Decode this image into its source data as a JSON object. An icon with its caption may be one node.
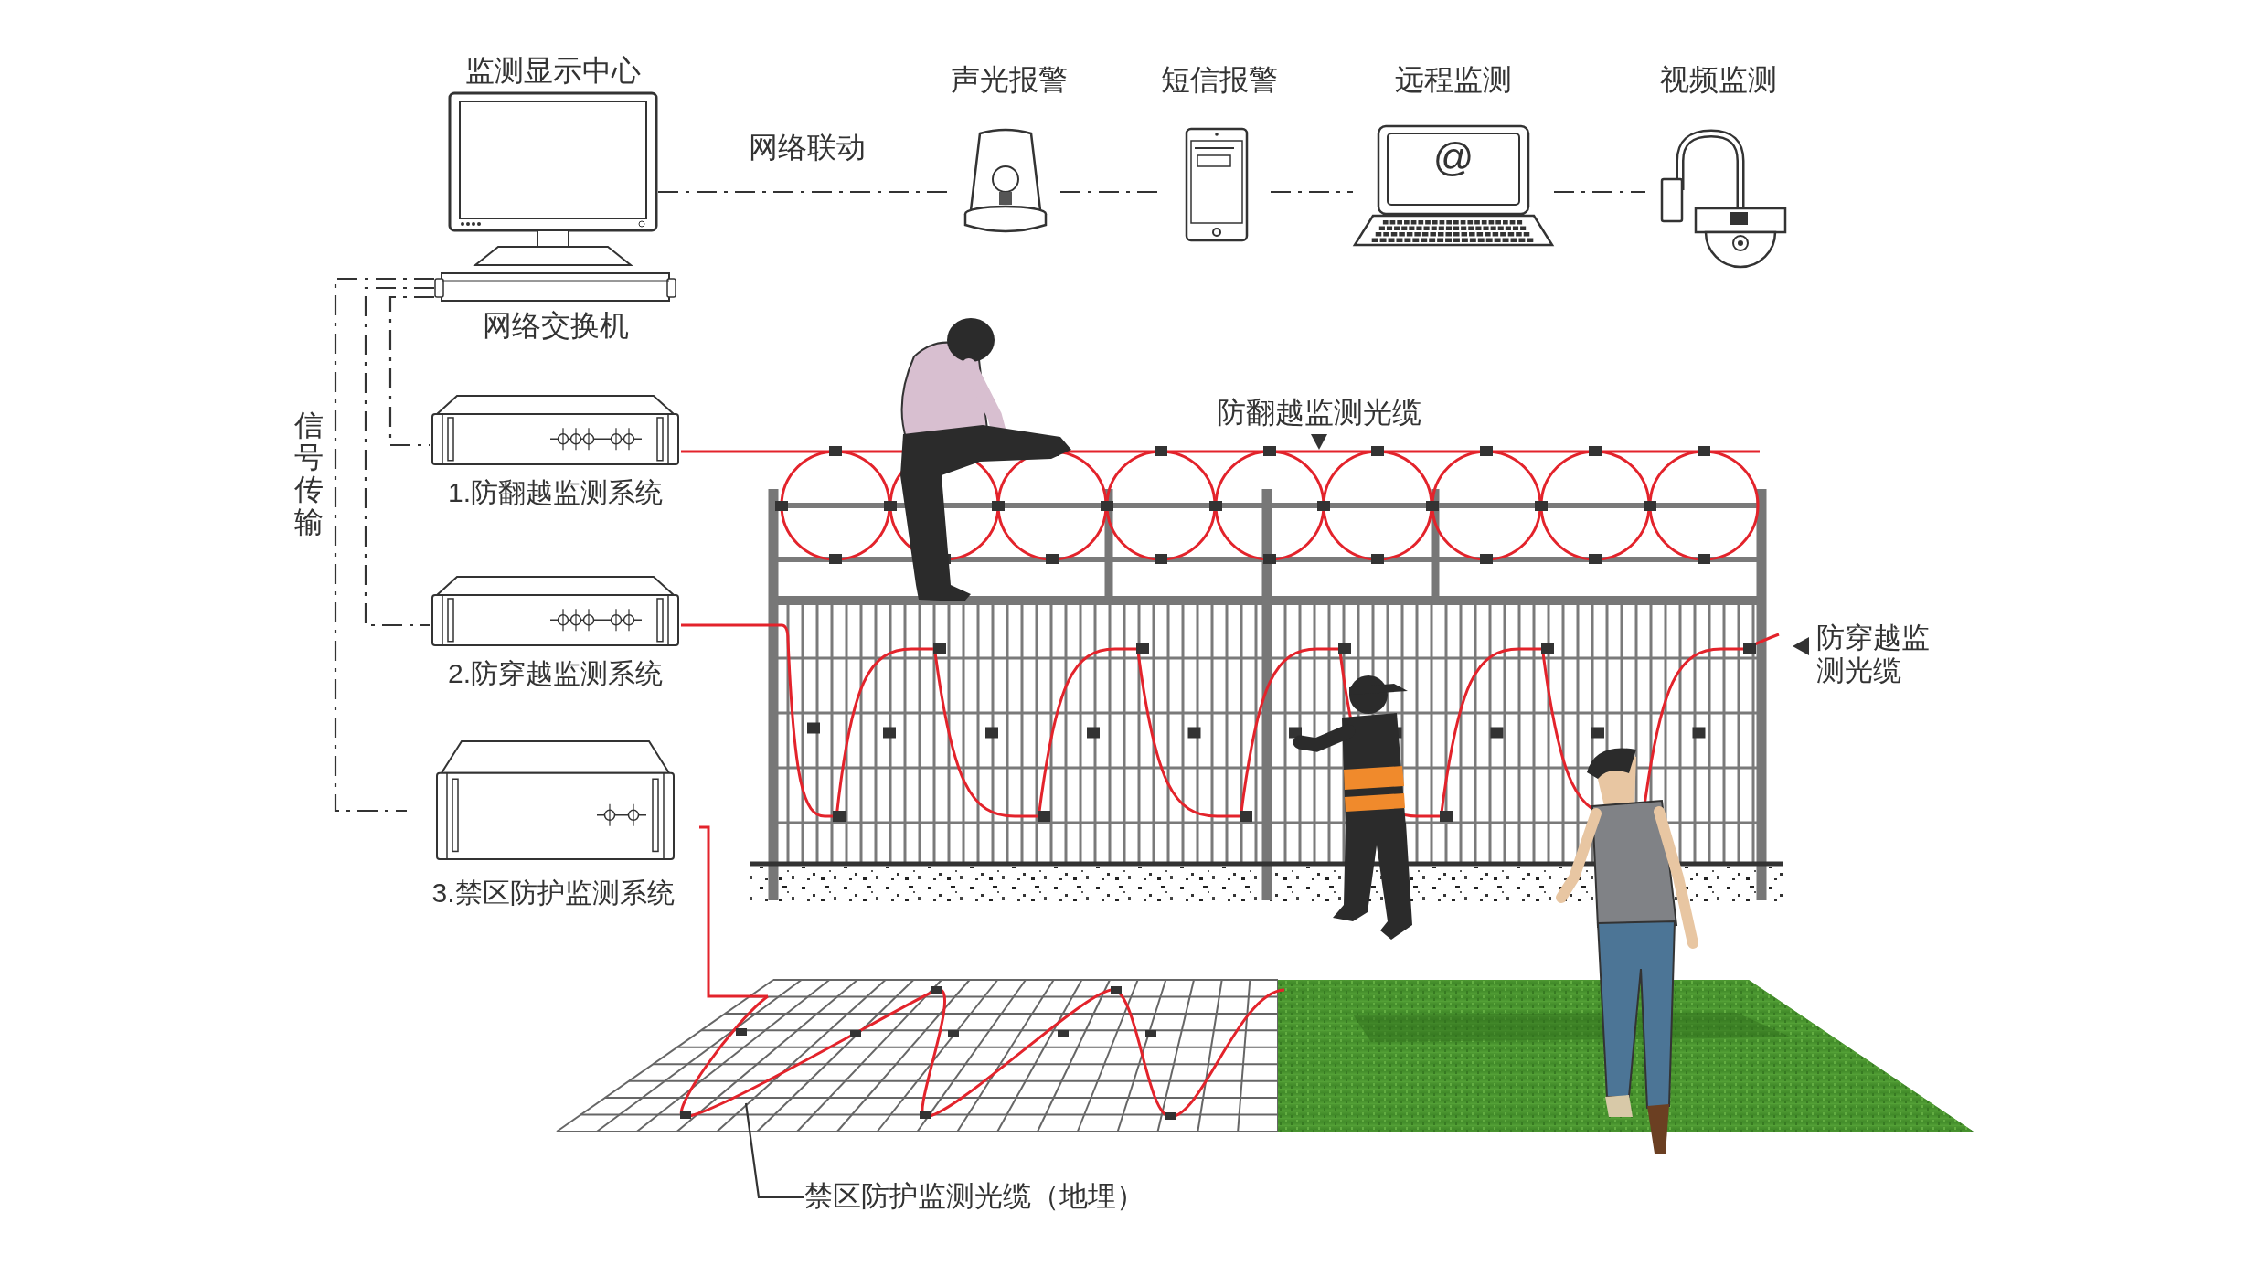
{
  "diagram": {
    "nodes": [
      {
        "text": [
          "监测显示中心"
        ]
      },
      {
        "text": [
          "网络交换机"
        ]
      },
      {
        "text": [
          "声光报警"
        ]
      },
      {
        "text": [
          "短信报警"
        ]
      },
      {
        "text": [
          "远程监测"
        ]
      },
      {
        "text": [
          "视频监测"
        ]
      },
      {
        "text": [
          "1.防翻越监测系统"
        ]
      },
      {
        "text": [
          "2.防穿越监测系统"
        ]
      },
      {
        "text": [
          "3.禁区防护监测系统"
        ]
      },
      {
        "text": [
          "防翻越监测光缆"
        ]
      },
      {
        "text": [
          "防穿越监测光缆"
        ]
      },
      {
        "text": [],
        "shape": "picture"
      },
      {
        "text": [
          "禁区防护监测光缆（地埋）"
        ]
      }
    ],
    "edges": [
      {
        "from": 0,
        "to": 2,
        "arrow": "none",
        "style": "dashed",
        "label": "网络联动"
      },
      {
        "from": 2,
        "to": 3,
        "arrow": "none",
        "style": "dashed"
      },
      {
        "from": 3,
        "to": 4,
        "arrow": "none",
        "style": "dashed"
      },
      {
        "from": 4,
        "to": 5,
        "arrow": "none",
        "style": "dashed"
      },
      {
        "from": 1,
        "to": 6,
        "arrow": "none",
        "style": "dashed"
      },
      {
        "from": 1,
        "to": 7,
        "arrow": "none",
        "style": "dashed"
      },
      {
        "from": 1,
        "to": 8,
        "arrow": "none",
        "style": "dashed"
      },
      {
        "from": 6,
        "to": 9,
        "arrow": "none",
        "color": "#e3232b"
      },
      {
        "from": 7,
        "to": 10,
        "arrow": "none",
        "color": "#e3232b"
      },
      {
        "from": 8,
        "to": 11,
        "arrow": "none",
        "color": "#e3232b"
      },
      {
        "from": 12,
        "to": 11,
        "arrow": "none"
      }
    ],
    "labels": [
      "@",
      "信号传输"
    ]
  }
}
